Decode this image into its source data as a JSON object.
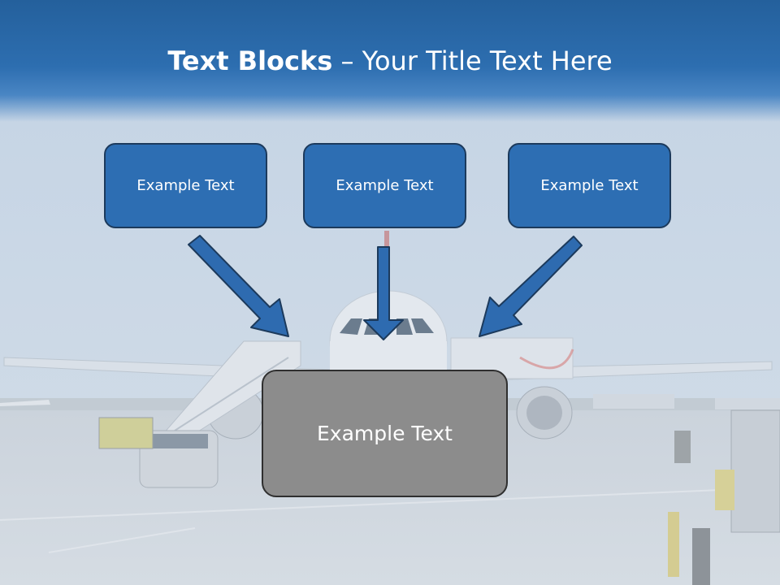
{
  "slide": {
    "title_bold": "Text Blocks",
    "title_rest": " – Your Title Text Here",
    "boxes": [
      {
        "label": "Example Text"
      },
      {
        "label": "Example Text"
      },
      {
        "label": "Example Text"
      }
    ],
    "main_box": {
      "label": "Example Text"
    }
  },
  "colors": {
    "title_band": "#2d6eb0",
    "box_fill": "#2d6eb3",
    "box_border": "#1c3a5c",
    "main_box_fill": "#8c8c8c",
    "arrow_fill": "#2e6bb0"
  }
}
